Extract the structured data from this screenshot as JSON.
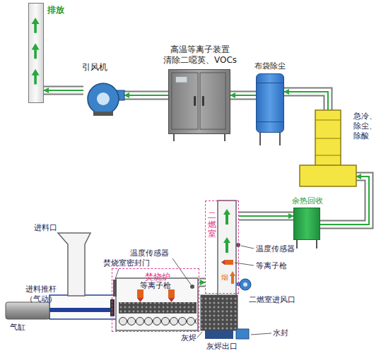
{
  "diagram": {
    "nodes": [
      {
        "text": [
          "排放"
        ]
      },
      {
        "text": [
          "引风机"
        ]
      },
      {
        "text": [
          "高温等离子装置 清除二噁英、VOCs"
        ]
      },
      {
        "text": [
          "布袋除尘"
        ]
      },
      {
        "text": [
          "急冷、除尘、除酸"
        ]
      },
      {
        "text": [
          "余热回收"
        ]
      },
      {
        "text": [
          "二燃室"
        ]
      },
      {
        "text": [
          "焚烧炉"
        ]
      }
    ],
    "edges": [
      {
        "from": 7,
        "to": 6,
        "arrow": "to"
      },
      {
        "from": 6,
        "to": 5,
        "arrow": "to"
      },
      {
        "from": 5,
        "to": 4,
        "arrow": "to"
      },
      {
        "from": 4,
        "to": 3,
        "arrow": "to"
      },
      {
        "from": 3,
        "to": 2,
        "arrow": "to"
      },
      {
        "from": 2,
        "to": 1,
        "arrow": "to"
      },
      {
        "from": 1,
        "to": 0,
        "arrow": "to"
      }
    ],
    "labels": [
      "进料口",
      "进料推杆（气动）",
      "气缸",
      "焚烧室密封门",
      "温度传感器",
      "等离子枪",
      "温度传感器",
      "等离子枪",
      "烟",
      "二燃室进风口",
      "灰烬",
      "灰烬出口",
      "水封"
    ]
  }
}
